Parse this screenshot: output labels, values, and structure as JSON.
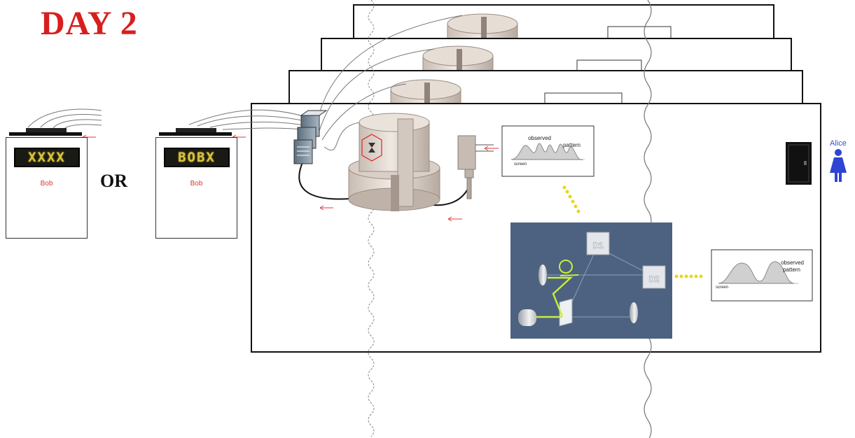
{
  "title": "DAY 2",
  "separator": "OR",
  "bob_left": {
    "display": "XXXX",
    "name": "Bob"
  },
  "bob_right": {
    "display": "BOBX",
    "name": "Bob"
  },
  "alice": {
    "name": "Alice"
  },
  "pattern_top": {
    "label": "observed pattern",
    "axis": "screen"
  },
  "pattern_bottom": {
    "label": "observed pattern",
    "axis": "screen"
  },
  "detectors": {
    "d1": "D1",
    "d2": "D2"
  },
  "colors": {
    "title_red": "#d81e1e",
    "arrow_red": "#e23a3a",
    "bob_red": "#c0281d",
    "alice_blue": "#2e44d4",
    "panel_blue": "#4d6280",
    "photon_green": "#c8ee3a",
    "yellow_dots": "#e8d81a"
  },
  "icons": [
    "server-stack-icon",
    "gas-tank-icon",
    "wall-adapter-icon",
    "door-icon",
    "person-icon",
    "hourglass-icon"
  ]
}
